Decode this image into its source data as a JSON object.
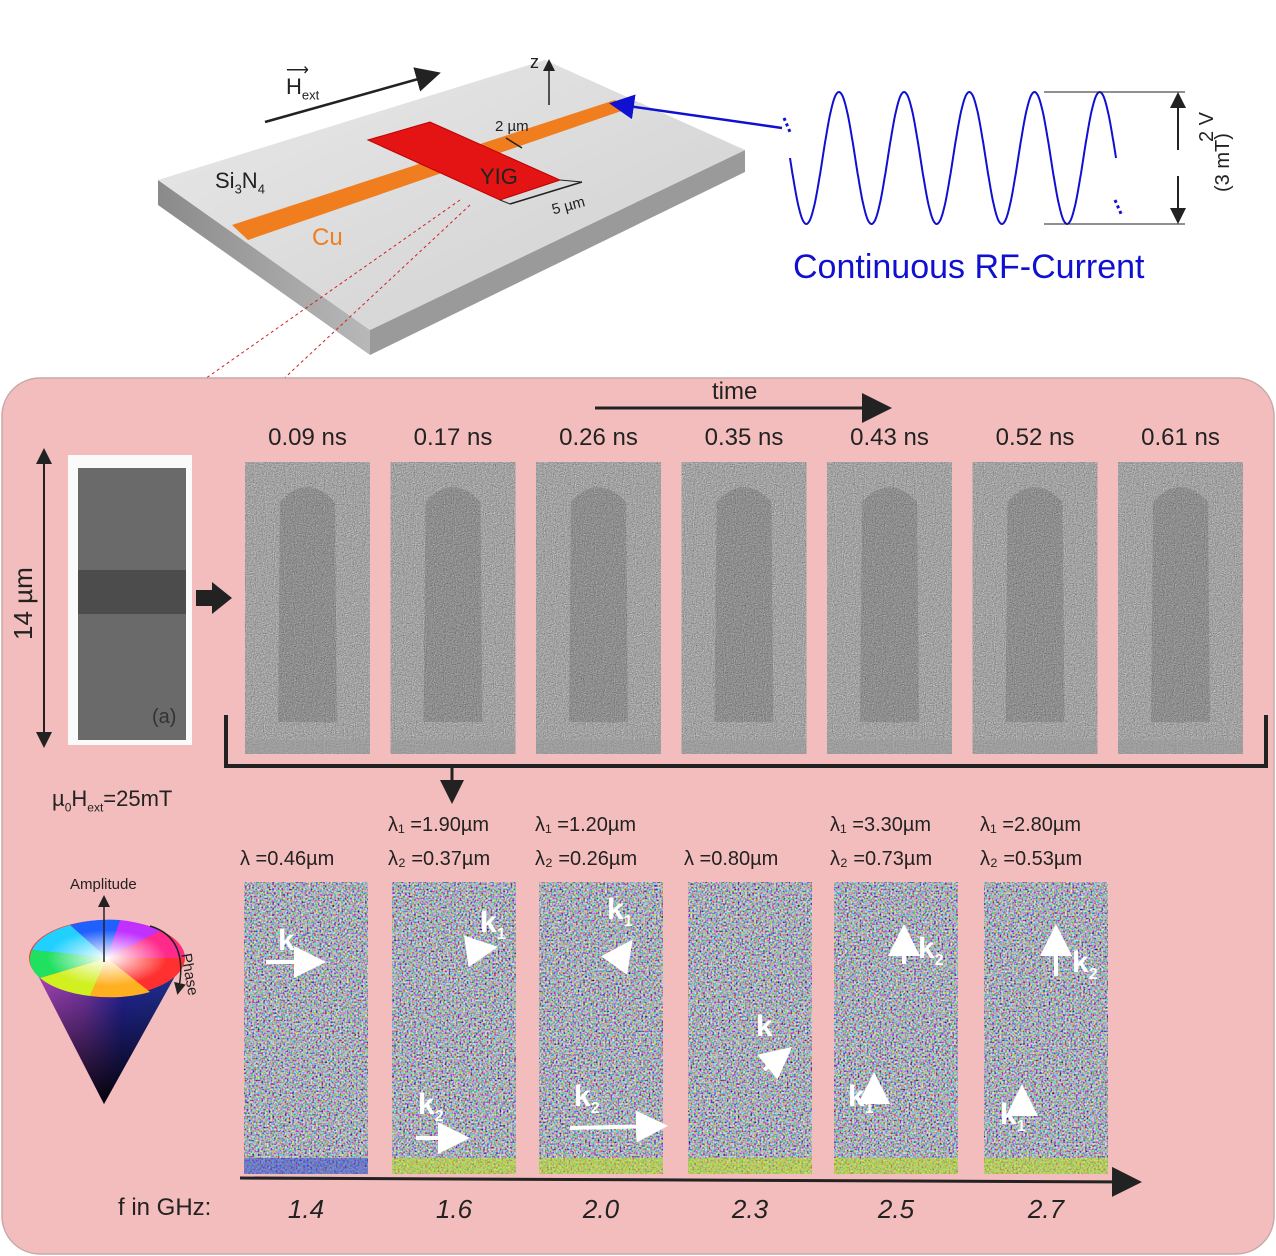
{
  "setup": {
    "h_ext": "H",
    "h_ext_sub": "ext",
    "z_label": "z",
    "substrate": "Si",
    "substrate_sub1": "3",
    "substrate_mid": "N",
    "substrate_sub2": "4",
    "stripline": "Cu",
    "sample": "YIG",
    "dim_width": "2 µm",
    "dim_length": "5 µm"
  },
  "rf": {
    "caption": "Continuous RF-Current",
    "amplitude": "2 V",
    "field": "(3 mT)"
  },
  "scan": {
    "size_label": "14 µm",
    "panel_label": "(a)",
    "field_prefix": "µ",
    "field_sub0": "0",
    "field_h": "H",
    "field_sub_ext": "ext",
    "field_value": "=25mT",
    "time_label": "time",
    "times": [
      "0.09 ns",
      "0.17 ns",
      "0.26 ns",
      "0.35 ns",
      "0.43 ns",
      "0.52 ns",
      "0.61 ns"
    ]
  },
  "colorwheel": {
    "amplitude": "Amplitude",
    "phase": "Phase"
  },
  "freq": {
    "axis_label": "f in GHz:",
    "values": [
      "1.4",
      "1.6",
      "2.0",
      "2.3",
      "2.5",
      "2.7"
    ],
    "wavelengths": [
      {
        "l1": "",
        "l2": "λ =0.46µm"
      },
      {
        "l1": "λ₁ =1.90µm",
        "l2": "λ₂ =0.37µm"
      },
      {
        "l1": "λ₁ =1.20µm",
        "l2": "λ₂ =0.26µm"
      },
      {
        "l1": "",
        "l2": "λ =0.80µm"
      },
      {
        "l1": "λ₁ =3.30µm",
        "l2": "λ₂ =0.73µm"
      },
      {
        "l1": "λ₁ =2.80µm",
        "l2": "λ₂ =0.53µm"
      }
    ],
    "k": "k",
    "k1": "1",
    "k2": "2"
  }
}
